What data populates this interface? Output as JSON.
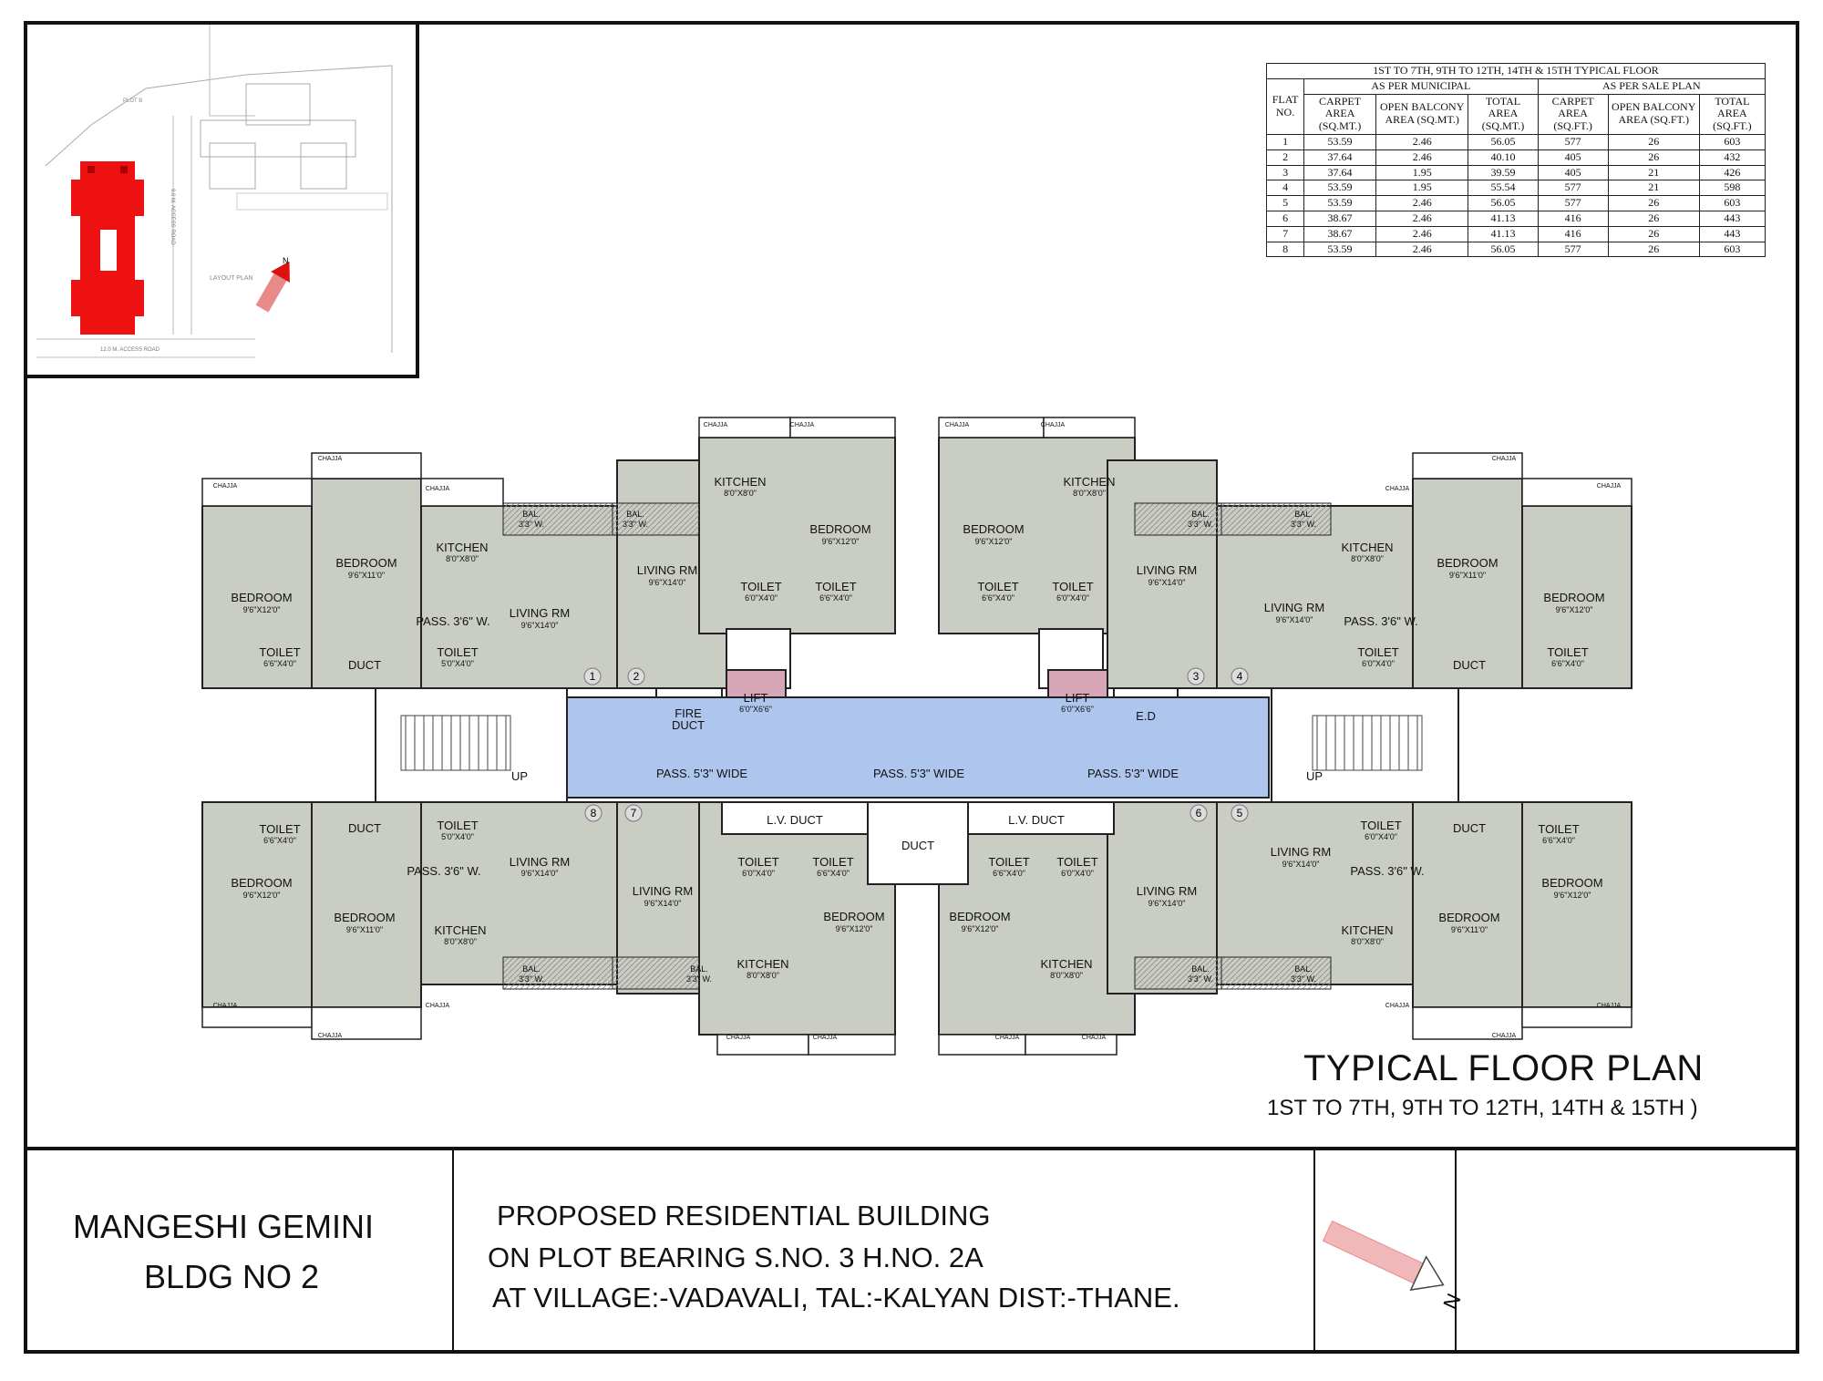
{
  "key_plan": {
    "labels": [
      "PLOT B",
      "LAYOUT PLAN",
      "12.0 M. ACCESS ROAD",
      "9.0 M. ACCESS ROAD"
    ],
    "north": "N"
  },
  "area_table": {
    "title": "1ST TO 7TH, 9TH TO 12TH, 14TH & 15TH TYPICAL FLOOR",
    "group_municipal": "AS PER MUNICIPAL",
    "group_sale": "AS PER SALE PLAN",
    "headers": [
      "FLAT NO.",
      "CARPET AREA (SQ.MT.)",
      "OPEN BALCONY AREA (SQ.MT.)",
      "TOTAL AREA (SQ.MT.)",
      "CARPET AREA (SQ.FT.)",
      "OPEN BALCONY AREA (SQ.FT.)",
      "TOTAL AREA (SQ.FT.)"
    ],
    "rows": [
      [
        "1",
        "53.59",
        "2.46",
        "56.05",
        "577",
        "26",
        "603"
      ],
      [
        "2",
        "37.64",
        "2.46",
        "40.10",
        "405",
        "26",
        "432"
      ],
      [
        "3",
        "37.64",
        "1.95",
        "39.59",
        "405",
        "21",
        "426"
      ],
      [
        "4",
        "53.59",
        "1.95",
        "55.54",
        "577",
        "21",
        "598"
      ],
      [
        "5",
        "53.59",
        "2.46",
        "56.05",
        "577",
        "26",
        "603"
      ],
      [
        "6",
        "38.67",
        "2.46",
        "41.13",
        "416",
        "26",
        "443"
      ],
      [
        "7",
        "38.67",
        "2.46",
        "41.13",
        "416",
        "26",
        "443"
      ],
      [
        "8",
        "53.59",
        "2.46",
        "56.05",
        "577",
        "26",
        "603"
      ]
    ]
  },
  "rooms": {
    "bedroom": "BEDROOM",
    "kitchen": "KITCHEN",
    "living": "LIVING RM",
    "toilet": "TOILET",
    "duct": "DUCT",
    "chajja": "CHAJJA",
    "bal": "BAL.",
    "pass_36": "PASS. 3'6\" W.",
    "pass_53": "PASS. 5'3\" WIDE",
    "lift": "LIFT",
    "lift_size": "6'0\"X6'6\"",
    "fire": "FIRE",
    "duct_word": "DUCT",
    "ed": "E.D",
    "lv": "L.V. DUCT",
    "up": "UP",
    "dims": {
      "bed_a": "9'6\"X12'0\"",
      "bed_b": "9'6\"X11'0\"",
      "kit_a": "8'0\"X8'0\"",
      "liv_a": "9'6\"X14'0\"",
      "toi_a": "6'6\"X4'0\"",
      "toi_b": "6'0\"X4'0\"",
      "toi_c": "5'0\"X4'0\"",
      "bal_a": "3'3\" W."
    },
    "flat_numbers": [
      "1",
      "2",
      "3",
      "4",
      "5",
      "6",
      "7",
      "8"
    ]
  },
  "plan_title": "TYPICAL FLOOR PLAN",
  "plan_subtitle": "1ST TO 7TH, 9TH TO 12TH, 14TH & 15TH )",
  "title_block": {
    "name_line1": "MANGESHI GEMINI",
    "name_line2": "BLDG NO 2",
    "desc_line1": "PROPOSED  RESIDENTIAL BUILDING",
    "desc_line2": "ON PLOT BEARING  S.NO. 3 H.NO. 2A",
    "desc_line3": "AT VILLAGE:-VADAVALI, TAL:-KALYAN DIST:-THANE.",
    "north": "N"
  },
  "colors": {
    "room_fill": "#c9cdc4",
    "corridor": "#aec6ee",
    "lift": "#d7a7b8",
    "keyplan_building": "#ee1111",
    "arrow": "#e88a8a"
  }
}
